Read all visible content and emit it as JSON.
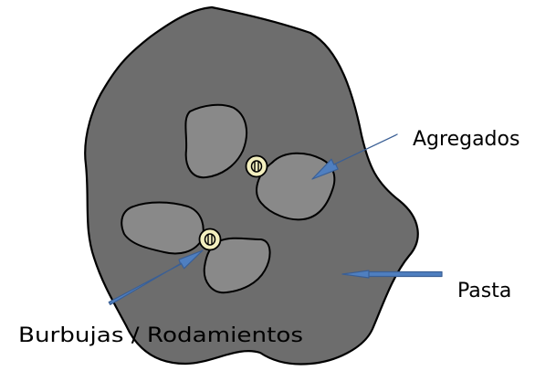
{
  "labels": {
    "aggregates": "Agregados",
    "paste": "Pasta",
    "bubbles": "Burbujas / Rodamientos"
  },
  "colors": {
    "paste_fill": "#6d6d6d",
    "aggregate_fill": "#898989",
    "bubble_fill": "#f3efbf",
    "arrow_fill": "#4f7fc0",
    "arrow_stroke": "#3a5f95",
    "outline": "#000000"
  }
}
